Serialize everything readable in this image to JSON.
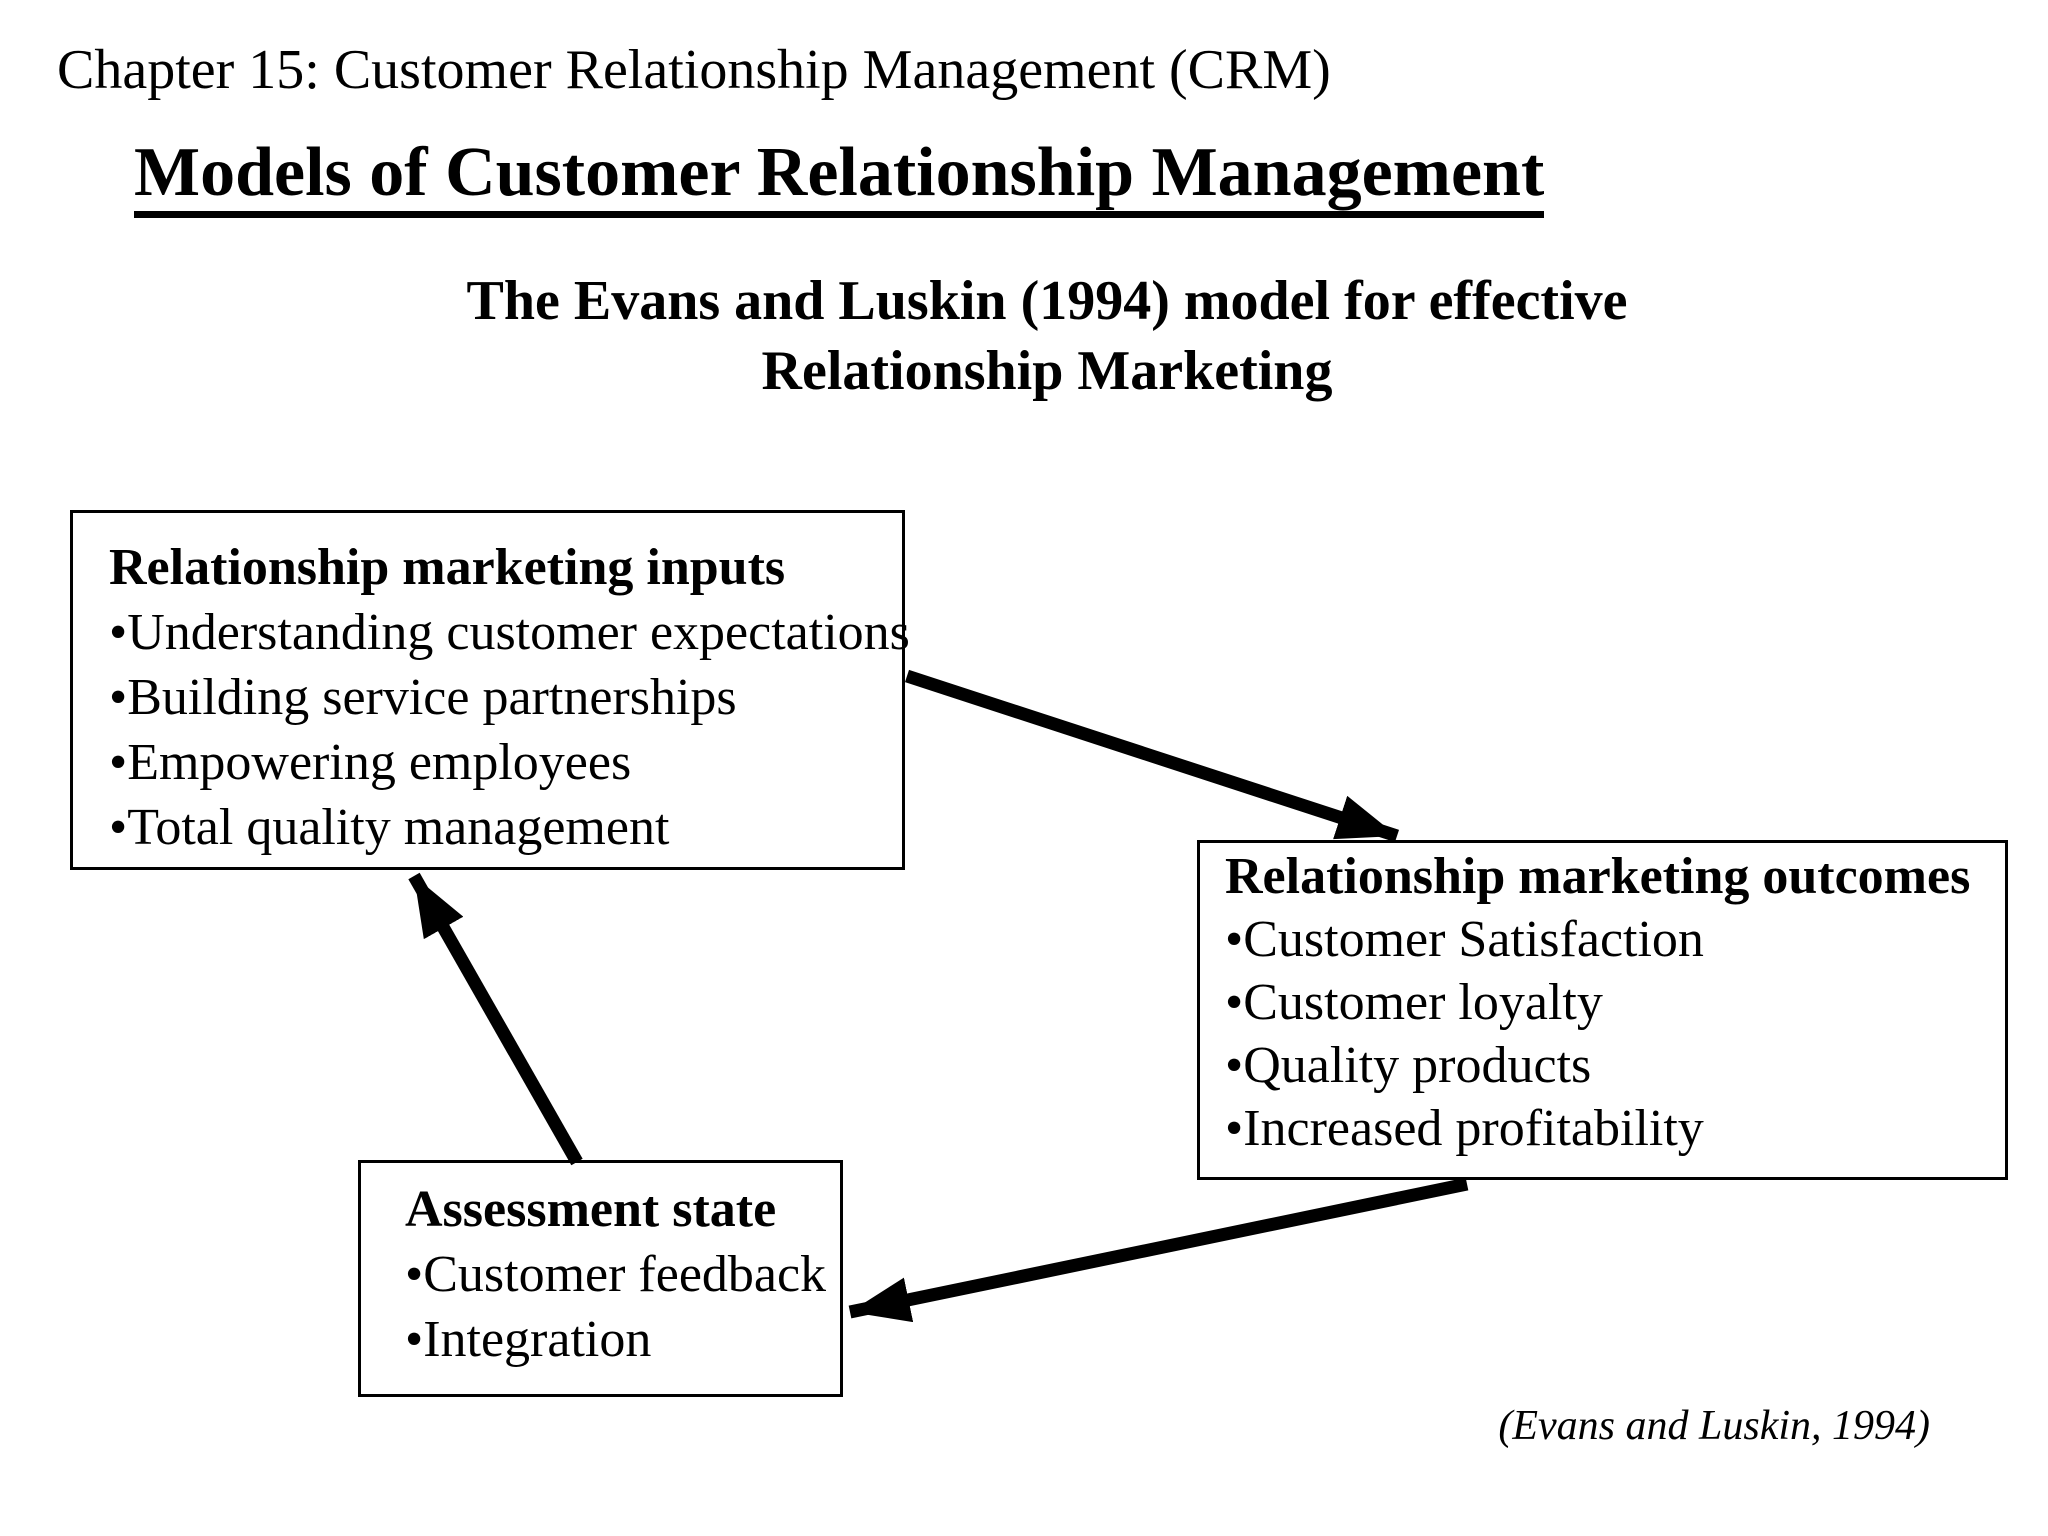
{
  "page": {
    "chapter_heading": "Chapter 15: Customer Relationship Management (CRM)",
    "title": "Models of Customer Relationship Management",
    "subtitle_line1": "The Evans and Luskin (1994) model for effective",
    "subtitle_line2": "Relationship Marketing",
    "citation": "(Evans and Luskin, 1994)"
  },
  "colors": {
    "background": "#ffffff",
    "text": "#000000",
    "box_border": "#000000",
    "arrow": "#000000"
  },
  "boxes": {
    "inputs": {
      "title": "Relationship marketing inputs",
      "bullets": [
        "•Understanding customer expectations",
        "•Building service partnerships",
        "•Empowering employees",
        "•Total quality management"
      ]
    },
    "outcomes": {
      "title": "Relationship marketing outcomes",
      "bullets": [
        "•Customer Satisfaction",
        "•Customer loyalty",
        "•Quality products",
        "•Increased profitability"
      ]
    },
    "assessment": {
      "title": "Assessment state",
      "bullets": [
        "•Customer feedback",
        "•Integration"
      ]
    }
  },
  "arrows": [
    {
      "from": "relationship-marketing-inputs",
      "to": "relationship-marketing-outcomes"
    },
    {
      "from": "relationship-marketing-outcomes",
      "to": "assessment-state"
    },
    {
      "from": "assessment-state",
      "to": "relationship-marketing-inputs"
    }
  ]
}
